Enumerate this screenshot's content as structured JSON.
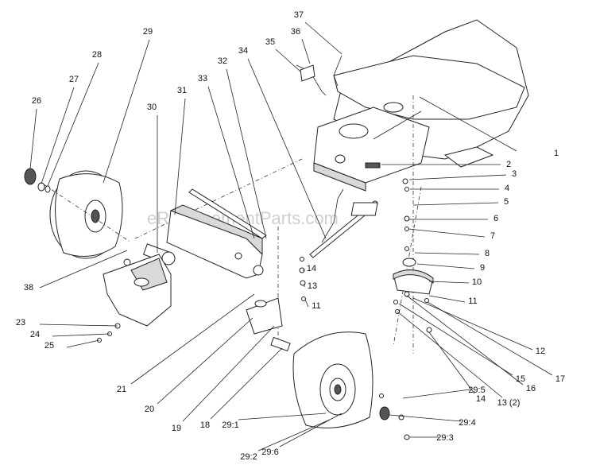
{
  "watermark": "eReplacementParts.com",
  "callouts": [
    "1",
    "2",
    "3",
    "4",
    "5",
    "6",
    "7",
    "8",
    "9",
    "10",
    "11",
    "11",
    "12",
    "13",
    "13 (2)",
    "14",
    "14",
    "15",
    "16",
    "17",
    "18",
    "19",
    "20",
    "21",
    "23",
    "24",
    "25",
    "26",
    "27",
    "28",
    "29",
    "29:1",
    "29:2",
    "29:3",
    "29:4",
    "29:5",
    "29:6",
    "30",
    "31",
    "32",
    "33",
    "34",
    "35",
    "36",
    "37",
    "38"
  ]
}
